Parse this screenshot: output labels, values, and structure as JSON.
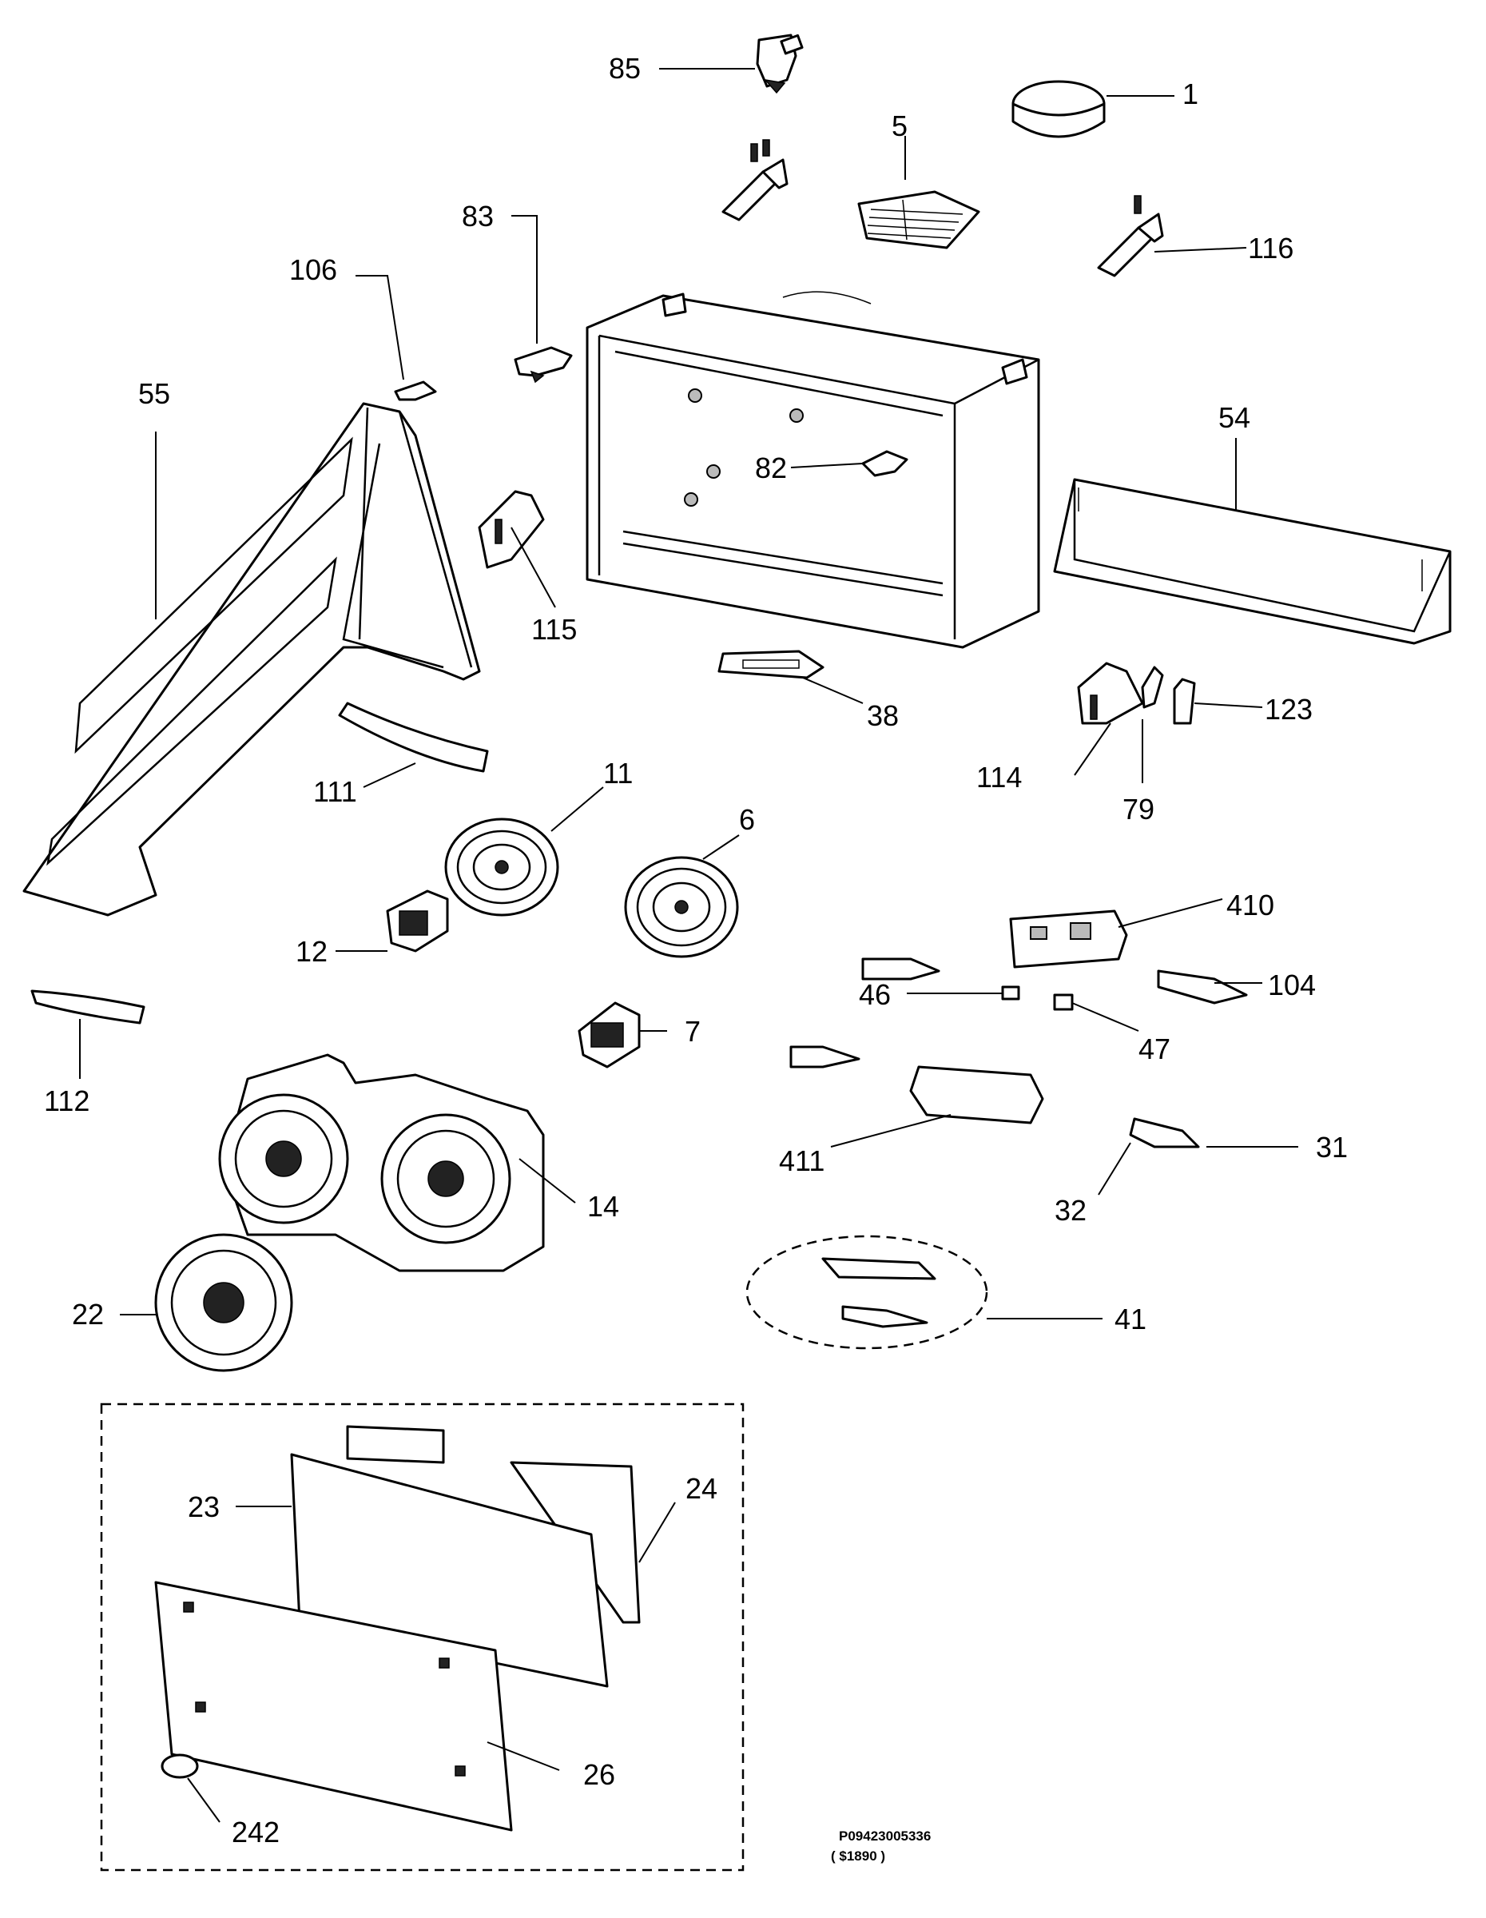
{
  "callouts": {
    "p85": "85",
    "p1": "1",
    "p5": "5",
    "p83": "83",
    "p116": "116",
    "p106": "106",
    "p55": "55",
    "p54": "54",
    "p82": "82",
    "p115": "115",
    "p38": "38",
    "p123": "123",
    "p114": "114",
    "p79": "79",
    "p111": "111",
    "p11": "11",
    "p6": "6",
    "p410": "410",
    "p12": "12",
    "p104": "104",
    "p46": "46",
    "p47": "47",
    "p7": "7",
    "p112": "112",
    "p31": "31",
    "p411": "411",
    "p14": "14",
    "p32": "32",
    "p22": "22",
    "p41": "41",
    "p23": "23",
    "p24": "24",
    "p26": "26",
    "p242": "242"
  },
  "doc_id": "P09423005336",
  "doc_code": "( $1890 )"
}
